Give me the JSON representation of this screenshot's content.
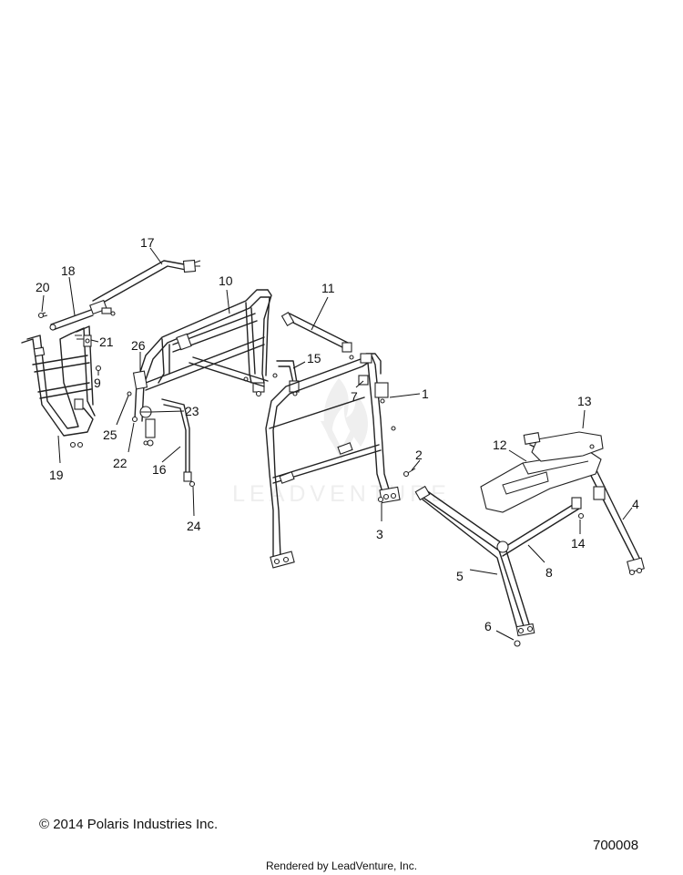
{
  "watermark": {
    "text": "LEADVENTURE"
  },
  "callouts": [
    "1",
    "2",
    "3",
    "4",
    "5",
    "6",
    "7",
    "8",
    "9",
    "10",
    "11",
    "12",
    "13",
    "14",
    "15",
    "16",
    "17",
    "18",
    "19",
    "20",
    "21",
    "22",
    "23",
    "24",
    "25",
    "26"
  ],
  "footer": {
    "copyright": "© 2014 Polaris Industries Inc.",
    "figure_number": "700008",
    "rendered_by": "Rendered by LeadVenture, Inc."
  }
}
